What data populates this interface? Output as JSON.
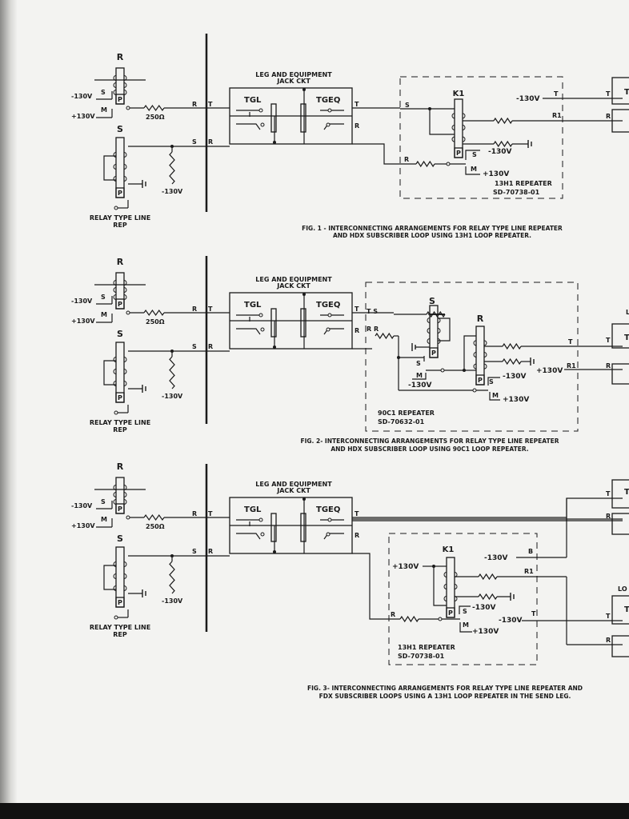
{
  "left": {
    "relay_r": "R",
    "relay_s": "S",
    "neg_v": "-130V",
    "pos_v": "+130V",
    "m": "M",
    "s": "S",
    "p": "P",
    "resistor": "250Ω",
    "r_lbl": "R",
    "t_lbl": "T",
    "s_lbl": "S",
    "r2_lbl": "R",
    "s_res_v": "-130V",
    "caption_1": "RELAY TYPE LINE",
    "caption_2": "REP"
  },
  "jack": {
    "title_1": "LEG AND EQUIPMENT",
    "title_2": "JACK CKT",
    "tgl": "TGL",
    "tgeq": "TGEQ",
    "t": "T",
    "r": "R"
  },
  "fig1": {
    "k1": "K1",
    "neg_v": "-130V",
    "t": "T",
    "s": "S",
    "r1": "R1",
    "r": "R",
    "neg_v2": "-130V",
    "s2": "S",
    "p": "P",
    "m": "M",
    "pos_v": "+130V",
    "repeater": "13H1 REPEATER",
    "drawing": "SD-70738-01",
    "loop_t": "T",
    "loop_r": "R",
    "box_t": "T",
    "caption_1": "FIG. 1 - INTERCONNECTING ARRANGEMENTS FOR RELAY TYPE LINE REPEATER",
    "caption_2": "AND HDX SUBSCRIBER LOOP USING 13H1 LOOP REPEATER."
  },
  "fig2": {
    "relay_s": "S",
    "relay_r": "R",
    "ts": "T S",
    "rr": "R R",
    "s": "S",
    "m": "M",
    "neg_v": "-130V",
    "p": "P",
    "p2": "P",
    "t": "T",
    "r1": "R1",
    "pos_v": "+130V",
    "neg_v2": "-130V",
    "s2": "S",
    "m2": "M",
    "pos_v2": "+130V",
    "repeater": "90C1 REPEATER",
    "drawing": "SD-70632-01",
    "loop_t": "T",
    "loop_r": "R",
    "box_t": "T",
    "loop_label": "L",
    "caption_1": "FIG. 2- INTERCONNECTING ARRANGEMENTS FOR RELAY TYPE LINE REPEATER",
    "caption_2": "AND HDX SUBSCRIBER LOOP USING 90C1 LOOP REPEATER."
  },
  "fig3": {
    "k1": "K1",
    "neg_v": "-130V",
    "b": "B",
    "pos_v": "+130V",
    "r1": "R1",
    "neg_v2": "-130V",
    "s": "S",
    "p": "P",
    "r": "R",
    "m": "M",
    "pos_v2": "+130V",
    "neg_v3": "-130V",
    "t": "T",
    "repeater": "13H1 REPEATER",
    "drawing": "SD-70738-01",
    "loop_t": "T",
    "loop_r": "R",
    "loop_t2": "T",
    "loop_r2": "R",
    "box_t": "T",
    "box_t2": "T",
    "loop_label": "LO",
    "caption_1": "FIG. 3- INTERCONNECTING ARRANGEMENTS FOR RELAY TYPE LINE REPEATER AND",
    "caption_2": "FDX SUBSCRIBER LOOPS USING A 13H1 LOOP REPEATER IN THE SEND LEG."
  }
}
